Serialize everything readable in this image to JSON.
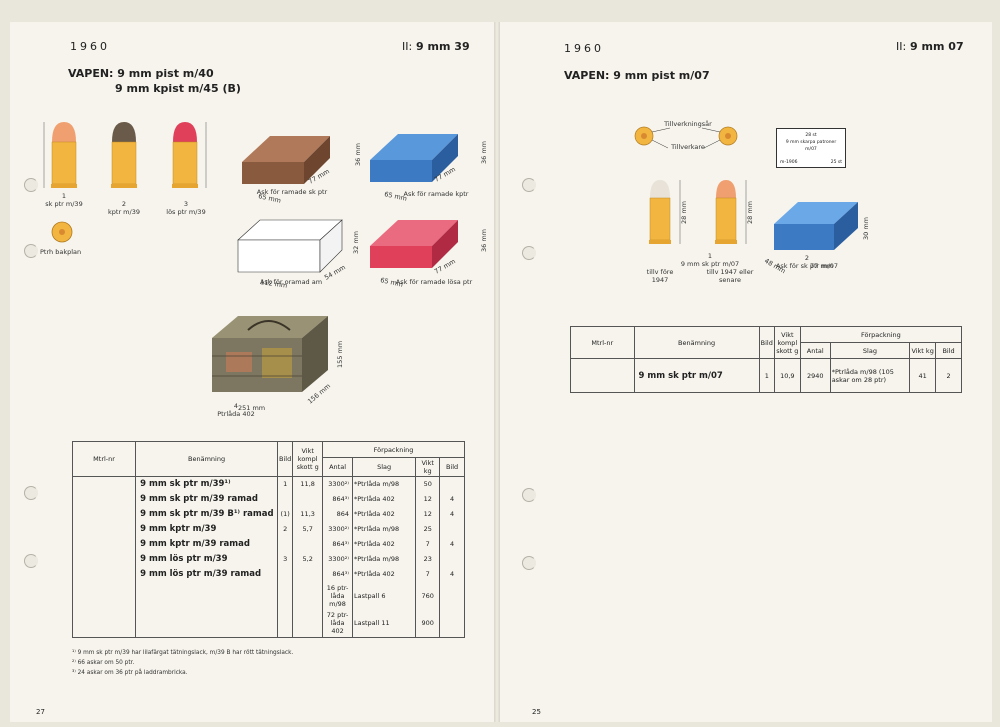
{
  "left_page": {
    "year": "1960",
    "code_label": "II:",
    "code_value": "9 mm 39",
    "vapen_line1": "VAPEN: 9 mm pist m/40",
    "vapen_line2": "9 mm kpist m/45 (B)",
    "cartridges": [
      {
        "num": "1",
        "label": "sk ptr m/39",
        "color": "#f0a070"
      },
      {
        "num": "2",
        "label": "kptr m/39",
        "color": "#6a5a4a"
      },
      {
        "num": "3",
        "label": "lös ptr m/39",
        "color": "#e0405a"
      }
    ],
    "primer_label": "Ptrh bakplan",
    "boxes": [
      {
        "label": "Ask för ramade sk ptr",
        "color": "#9a6446",
        "w": "65 mm",
        "l": "77 mm",
        "h": "36 mm"
      },
      {
        "label": "Ask för ramade kptr",
        "color": "#3c7ac4",
        "w": "65 mm",
        "l": "77 mm",
        "h": "36 mm"
      },
      {
        "label": "Ask för oramad am",
        "color": "#ffffff",
        "w": "112 mm",
        "l": "54 mm",
        "h": "32 mm"
      },
      {
        "label": "Ask för ramade lösa ptr",
        "color": "#e0405a",
        "w": "65 mm",
        "l": "77 mm",
        "h": "36 mm"
      }
    ],
    "crate": {
      "num": "4",
      "label": "Ptrlåda 402",
      "w": "251 mm",
      "l": "156 mm",
      "h": "155 mm"
    },
    "table": {
      "headers": {
        "mtrl": "Mtrl-nr",
        "benamning": "Benämning",
        "bild": "Bild",
        "vikt": "Vikt kompl skott g",
        "forpackning": "Förpackning",
        "antal": "Antal",
        "slag": "Slag",
        "vikt_kg": "Vikt kg",
        "bild2": "Bild"
      },
      "rows": [
        {
          "name": "9 mm sk ptr m/39¹⁾",
          "bild": "1",
          "vikt": "11,8",
          "antal": "3300²⁾",
          "slag": "*Ptrlåda m/98",
          "kg": "50",
          "bild2": ""
        },
        {
          "name": "9 mm sk ptr m/39 ramad",
          "bild": "",
          "vikt": "",
          "antal": "864³⁾",
          "slag": "*Ptrlåda 402",
          "kg": "12",
          "bild2": "4"
        },
        {
          "name": "9 mm sk ptr m/39 B¹⁾ ramad",
          "bild": "(1)",
          "vikt": "11,3",
          "antal": "864",
          "slag": "*Ptrlåda 402",
          "kg": "12",
          "bild2": "4"
        },
        {
          "name": "9 mm kptr m/39",
          "bild": "2",
          "vikt": "5,7",
          "antal": "3300²⁾",
          "slag": "*Ptrlåda m/98",
          "kg": "25",
          "bild2": ""
        },
        {
          "name": "9 mm kptr m/39 ramad",
          "bild": "",
          "vikt": "",
          "antal": "864³⁾",
          "slag": "*Ptrlåda 402",
          "kg": "7",
          "bild2": "4"
        },
        {
          "name": "9 mm lös ptr m/39",
          "bild": "3",
          "vikt": "5,2",
          "antal": "3300²⁾",
          "slag": "*Ptrlåda m/98",
          "kg": "23",
          "bild2": ""
        },
        {
          "name": "9 mm lös ptr m/39 ramad",
          "bild": "",
          "vikt": "",
          "antal": "864³⁾",
          "slag": "*Ptrlåda 402",
          "kg": "7",
          "bild2": "4"
        },
        {
          "name": "",
          "bild": "",
          "vikt": "",
          "antal": "16 ptr-låda m/98",
          "slag": "Lastpall 6",
          "kg": "760",
          "bild2": ""
        },
        {
          "name": "",
          "bild": "",
          "vikt": "",
          "antal": "72 ptr-låda 402",
          "slag": "Lastpall 11",
          "kg": "900",
          "bild2": ""
        }
      ]
    },
    "footnotes": [
      "¹⁾ 9 mm sk ptr m/39 har lilafärgat tätningslack, m/39 B har rött tätningslack.",
      "²⁾ 66 askar om 50 ptr.",
      "³⁾ 24 askar om 36 ptr på laddrambricka."
    ],
    "page_number": "27"
  },
  "right_page": {
    "year": "1960",
    "code_label": "II:",
    "code_value": "9 mm 07",
    "vapen_line1": "VAPEN: 9 mm pist m/07",
    "headstamp_top": "Tillverkningsår",
    "headstamp_bottom": "Tillverkare",
    "label_line1": "28 st",
    "label_line2": "9 mm skarpa patroner m/07",
    "label_line3": "m-1906",
    "label_line4": "25 st",
    "cartridge_height": "28 mm",
    "cartridge_num": "1",
    "cartridge_label": "9 mm sk ptr m/07",
    "cartridge_left_sub": "tillv före 1947",
    "cartridge_right_sub": "tillv 1947 eller senare",
    "box": {
      "num": "2",
      "label": "Ask för sk ptr m/07",
      "color": "#3c7ac4",
      "w": "48 mm",
      "l": "77 mm",
      "h": "30 mm"
    },
    "table": {
      "headers": {
        "mtrl": "Mtrl-nr",
        "benamning": "Benämning",
        "bild": "Bild",
        "vikt": "Vikt kompl skott g",
        "forpackning": "Förpackning",
        "antal": "Antal",
        "slag": "Slag",
        "vikt_kg": "Vikt kg",
        "bild2": "Bild"
      },
      "row": {
        "name": "9 mm sk ptr m/07",
        "bild": "1",
        "vikt": "10,9",
        "antal": "2940",
        "slag": "*Ptrlåda m/98 (105 askar om 28 ptr)",
        "kg": "41",
        "bild2": "2"
      }
    },
    "page_number": "25"
  }
}
